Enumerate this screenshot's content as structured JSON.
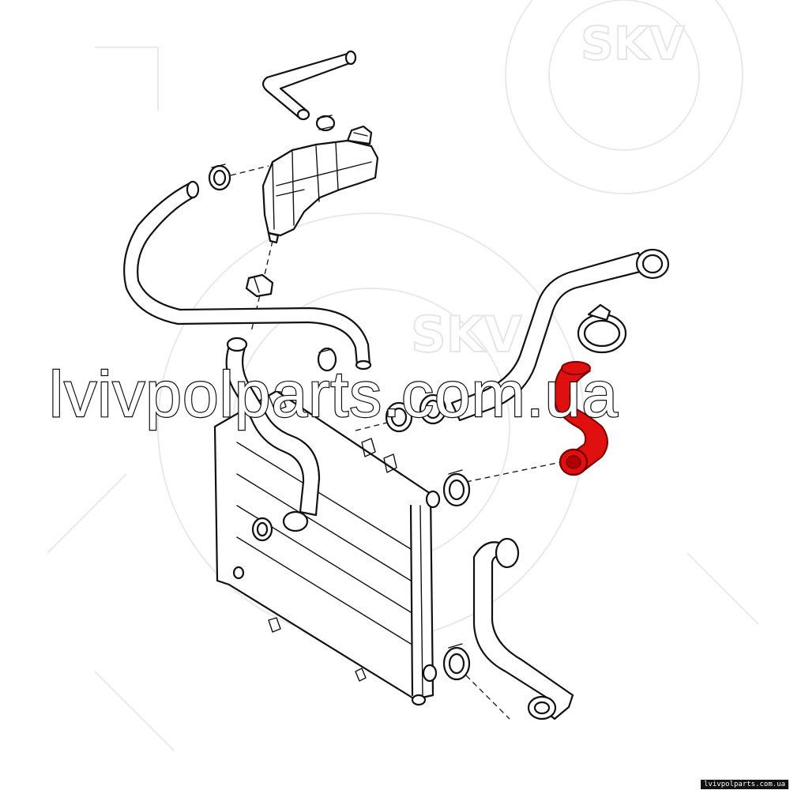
{
  "watermark": {
    "brand_upper": "SKV",
    "brand_center": "SKV",
    "site": "lvivpolparts.com.ua"
  },
  "footer": {
    "caption": "lvivpolparts.com.ua"
  },
  "colors": {
    "highlight_part": "#e01010",
    "line_art": "#111111",
    "background": "#ffffff",
    "watermark": "#e6e6e6"
  },
  "highlighted_part": "hose-radiator-upper-s-bend",
  "icons": [
    "expansion-tank-icon",
    "hose-clamp-icon",
    "radiator-icon",
    "coolant-hose-icon"
  ]
}
